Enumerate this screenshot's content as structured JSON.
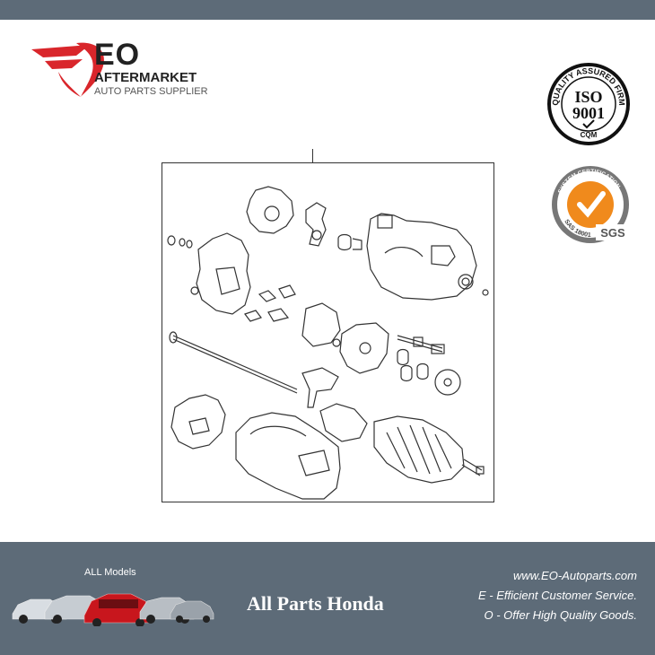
{
  "brand": {
    "name": "EO",
    "subtitle": "AFTERMARKET",
    "tagline": "AUTO PARTS SUPPLIER",
    "accent_color": "#d9262b"
  },
  "badges": {
    "iso": {
      "ring_text": "QUALITY ASSURED FIRM",
      "title": "ISO",
      "number": "9001",
      "footer": "CQM"
    },
    "sgs": {
      "ring_text": "SYSTEM CERTIFICATION",
      "standard": "OHSAS 18001",
      "mark": "SGS"
    }
  },
  "diagram": {
    "subject": "starter-motor-exploded-view"
  },
  "footer": {
    "models_label": "ALL Models",
    "title": "All Parts Honda",
    "website": "www.EO-Autoparts.com",
    "slogan_e": "E - Efficient Customer Service.",
    "slogan_o": "O - Offer High Quality Goods.",
    "band_color": "#5d6b78"
  }
}
